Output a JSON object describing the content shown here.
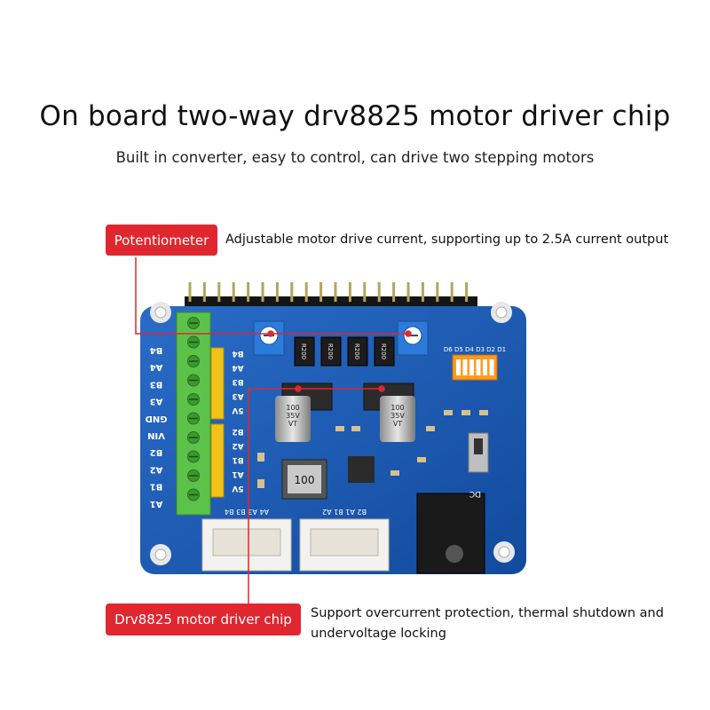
{
  "headline": "On board two-way drv8825 motor driver chip",
  "subheadline": "Built in converter, easy to control, can drive two stepping motors",
  "callouts": {
    "potentiometer": {
      "label": "Potentiometer",
      "description": "Adjustable motor drive current, supporting up to 2.5A current output"
    },
    "driver_chip": {
      "label": "Drv8825 motor driver chip",
      "description_line1": "Support overcurrent protection, thermal shutdown and",
      "description_line2": "undervoltage locking"
    }
  },
  "board": {
    "terminal_labels": [
      "B4",
      "A4",
      "B3",
      "A3",
      "GND",
      "VIN",
      "B2",
      "A2",
      "B1",
      "A1"
    ],
    "header_upper_labels": [
      "B4",
      "A4",
      "B3",
      "A3",
      "5V"
    ],
    "header_lower_labels": [
      "B2",
      "A2",
      "B1",
      "A1",
      "5V"
    ],
    "connector_labels": [
      "A4 A3 B3 B4",
      "B2 A1 B1 A2"
    ],
    "resistor_labels": [
      "R200",
      "R200",
      "R200",
      "R200"
    ],
    "capacitor_label": "100\n35V\nVT",
    "inductor_label": "100",
    "dip_labels": "D6 D5 D4 D3 D2 D1",
    "jack_label": "DC"
  },
  "colors": {
    "callout_red": "#e0262f",
    "pcb_blue": "#1a5bb5",
    "terminal_green": "#5cc24a",
    "header_yellow": "#f2c21b"
  }
}
